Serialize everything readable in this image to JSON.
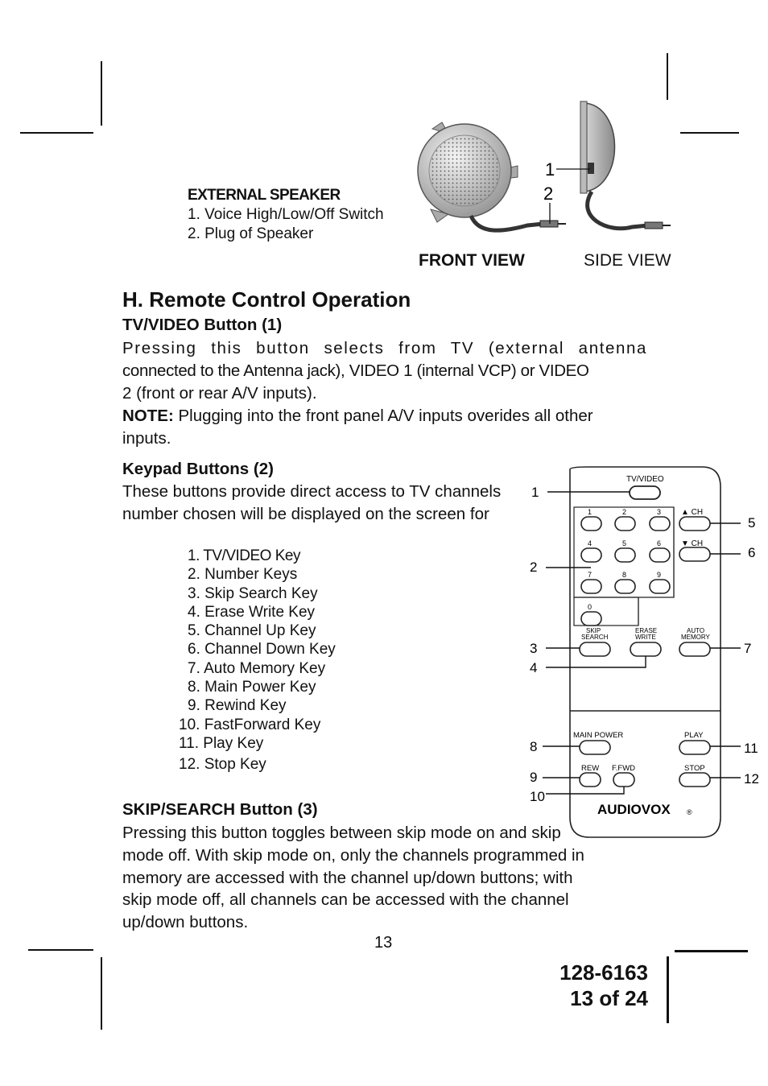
{
  "speaker": {
    "title": "EXTERNAL SPEAKER",
    "items": [
      "1. Voice High/Low/Off Switch",
      "2. Plug of Speaker"
    ],
    "front_view_label": "FRONT VIEW",
    "side_view_label": "SIDE VIEW",
    "callout_1": "1",
    "callout_2": "2"
  },
  "section": {
    "title": "H. Remote Control Operation",
    "tv_video": {
      "heading": "TV/VIDEO Button (1)",
      "line1": "Pressing this button selects from TV (external antenna",
      "line2": "connected to the Antenna jack), VIDEO 1 (internal VCP) or VIDEO",
      "line3": "2 (front or rear A/V inputs).",
      "note_label": "NOTE:",
      "note_line1": " Plugging into the front panel A/V inputs overides all other",
      "note_line2": "inputs."
    },
    "keypad": {
      "heading": "Keypad Buttons (2)",
      "line1": "These buttons provide direct access to TV channels",
      "line2": "number chosen will be displayed on the screen for"
    },
    "key_list": [
      "1. TV/VIDEO Key",
      "2. Number Keys",
      "3. Skip Search Key",
      "4. Erase Write Key",
      "5. Channel Up Key",
      "6. Channel Down Key",
      "7. Auto Memory Key",
      "8. Main Power Key",
      "9. Rewind Key",
      "10. FastForward Key",
      "11. Play Key",
      "12. Stop Key"
    ],
    "skip_search": {
      "heading": "SKIP/SEARCH Button (3)",
      "line1": "Pressing this button toggles between skip mode on and skip",
      "line2": "mode off. With skip mode on, only the channels programmed in",
      "line3": "memory are accessed with the channel up/down buttons; with",
      "line4": "skip mode off, all channels can be accessed with the channel",
      "line5": "up/down buttons."
    }
  },
  "remote": {
    "tv_video_label": "TV/VIDEO",
    "digit_labels": [
      "1",
      "2",
      "3",
      "4",
      "5",
      "6",
      "7",
      "8",
      "9",
      "0"
    ],
    "ch_up_label": "▲ CH",
    "ch_down_label": "▼ CH",
    "skip_label": [
      "SKIP",
      "SEARCH"
    ],
    "erase_label": [
      "ERASE",
      "WRITE"
    ],
    "auto_label": [
      "AUTO",
      "MEMORY"
    ],
    "main_power_label": "MAIN POWER",
    "play_label": "PLAY",
    "rew_label": "REW",
    "ffwd_label": "F.FWD",
    "stop_label": "STOP",
    "brand": "AUDIOVOX",
    "brand_mark": "®",
    "callouts": [
      "1",
      "2",
      "3",
      "4",
      "5",
      "6",
      "7",
      "8",
      "9",
      "10",
      "11",
      "12"
    ]
  },
  "footer": {
    "page_number": "13",
    "doc_number": "128-6163",
    "page_of": "13 of 24"
  }
}
